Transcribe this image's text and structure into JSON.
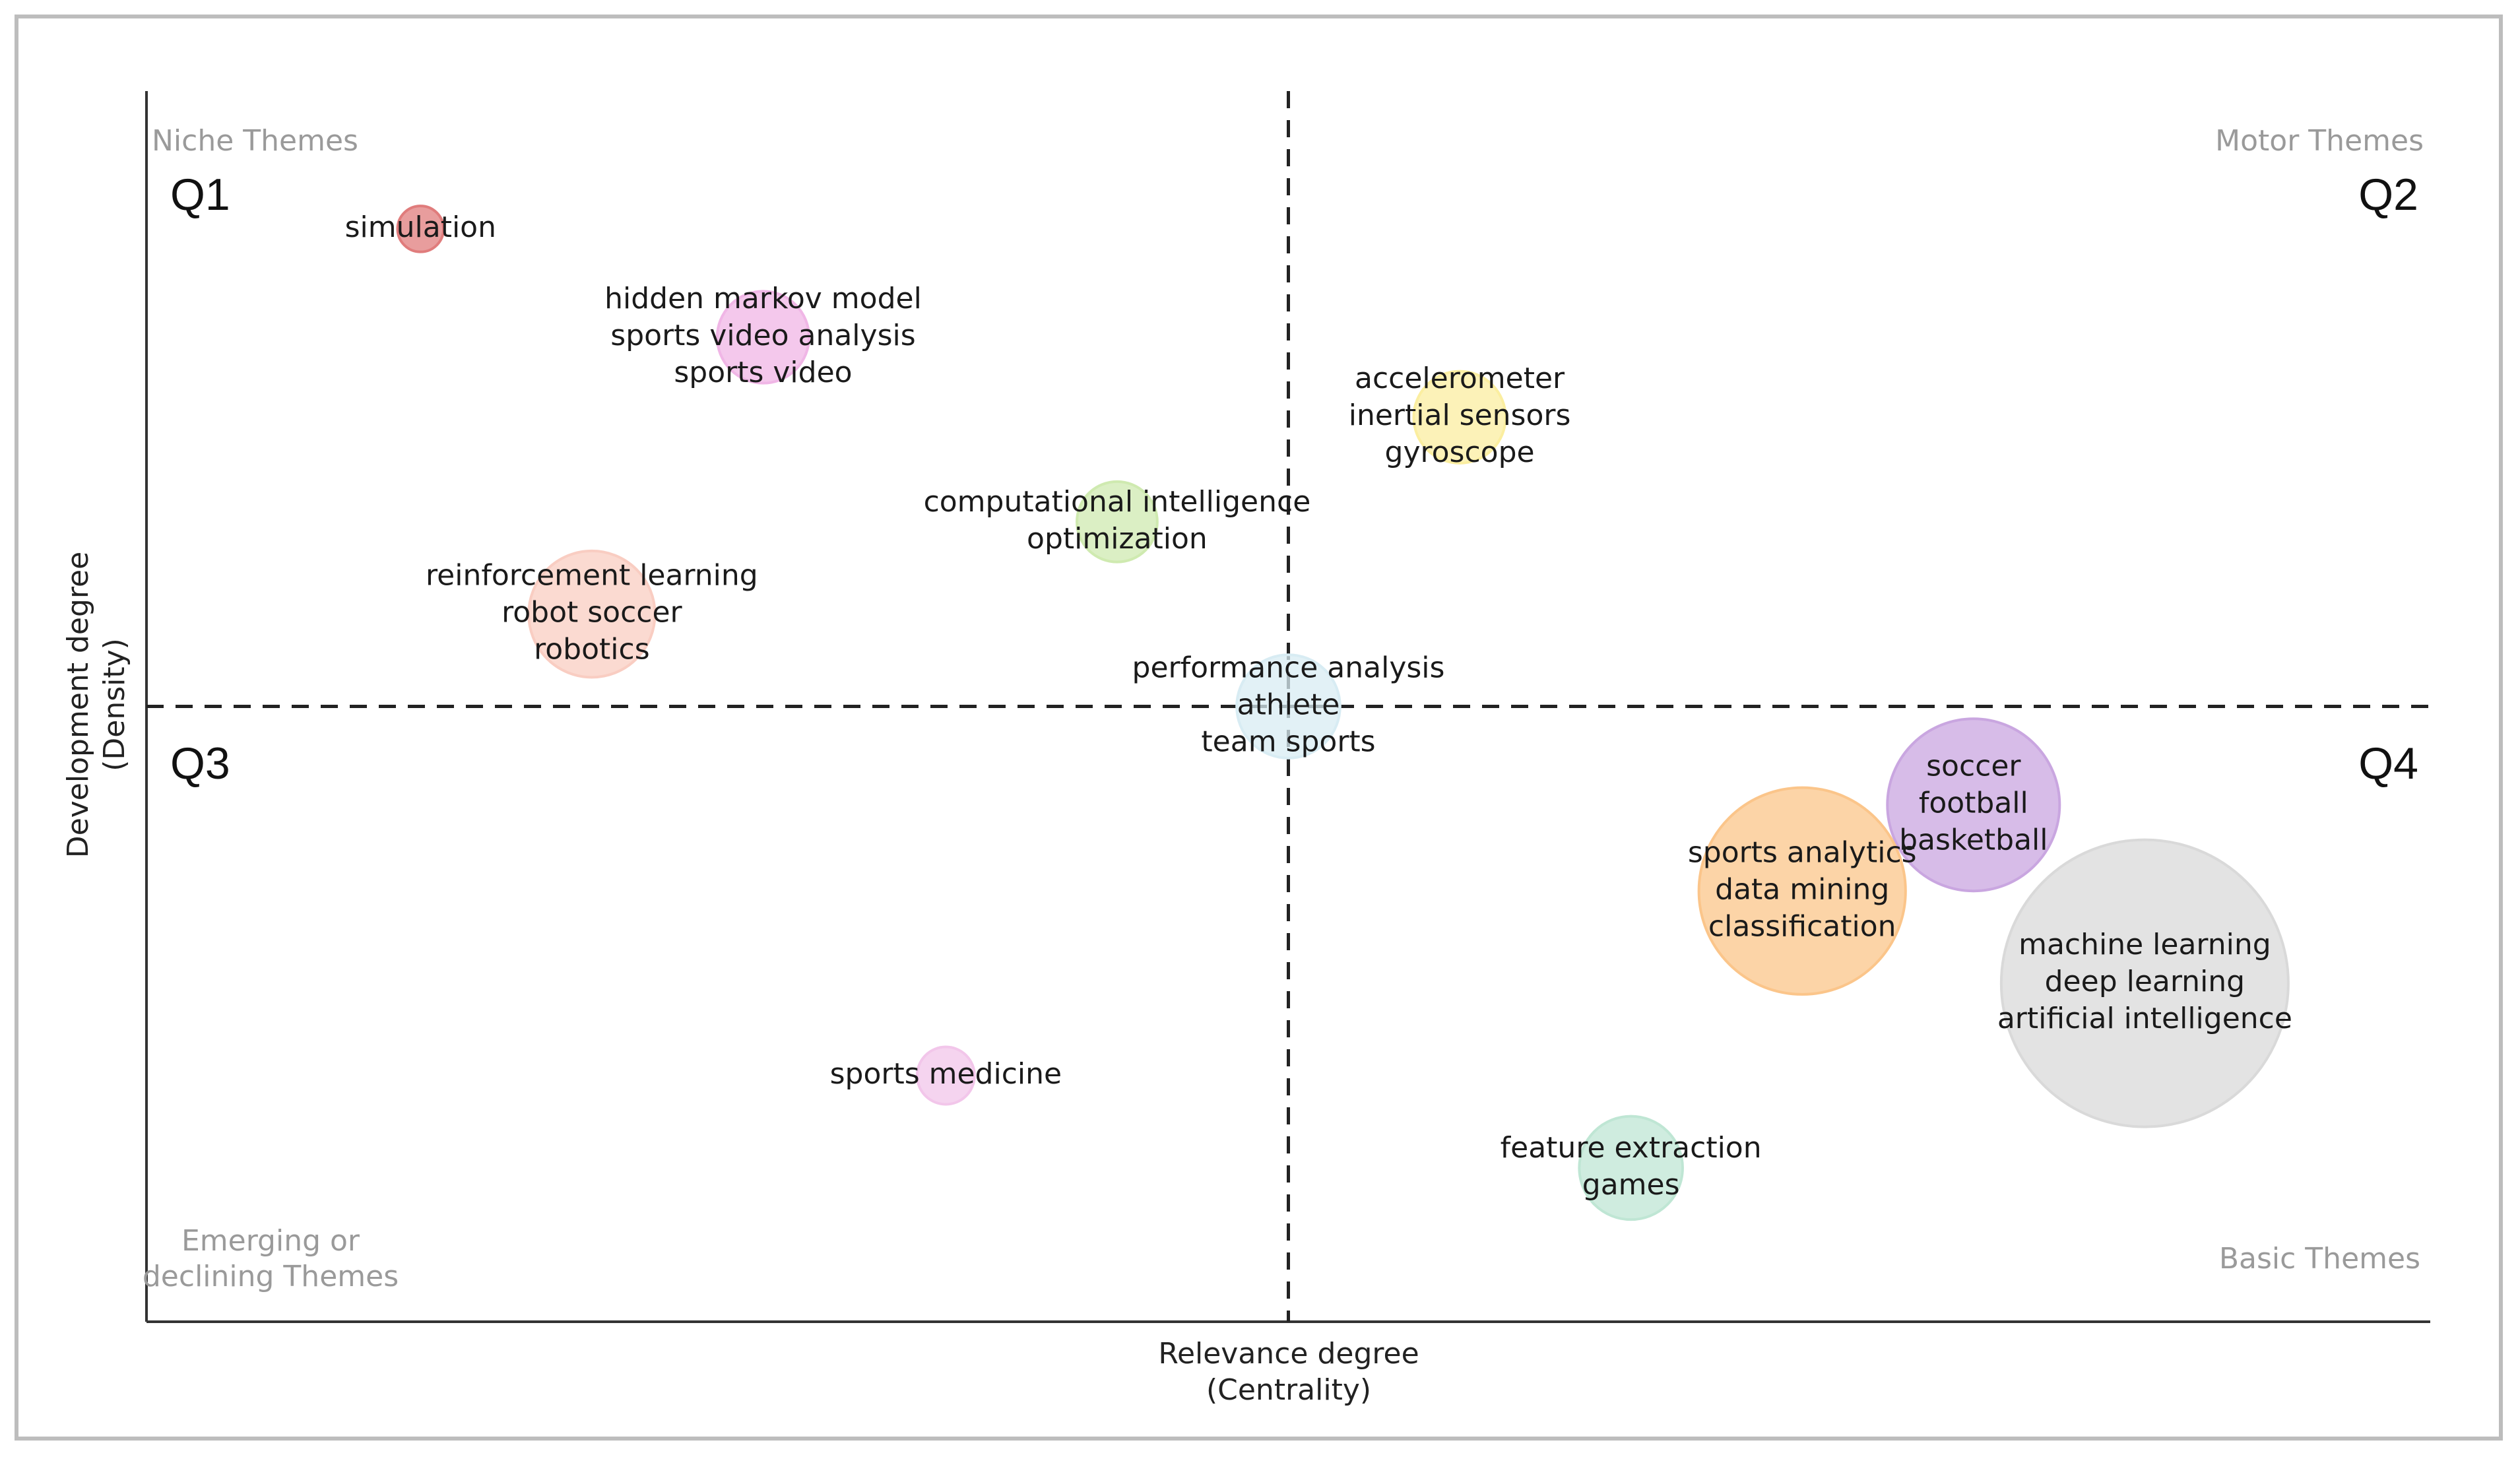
{
  "chart_data": {
    "type": "scatter",
    "subtype": "strategic-diagram-bubble",
    "xlabel": [
      "Relevance degree",
      "(Centrality)"
    ],
    "ylabel": [
      "Development degree",
      "(Density)"
    ],
    "xlim": [
      0,
      100
    ],
    "ylim": [
      0,
      100
    ],
    "grid": false,
    "divider_lines": {
      "x": 50,
      "y": 50,
      "style": "dashed"
    },
    "quadrant_labels": {
      "q1": "Q1",
      "q2": "Q2",
      "q3": "Q3",
      "q4": "Q4"
    },
    "corner_labels": {
      "top_left": "Niche Themes",
      "top_right": "Motor Themes",
      "bottom_left_1": "Emerging or",
      "bottom_left_2": "declining Themes",
      "bottom_right": "Basic Themes"
    },
    "bubbles": [
      {
        "x": 12.0,
        "y": 88.8,
        "size": 4,
        "color": "#e07c7c",
        "labels": [
          "simulation"
        ]
      },
      {
        "x": 27.0,
        "y": 80.0,
        "size": 8,
        "color": "#f0b6e6",
        "labels": [
          "hidden markov model",
          "sports video analysis",
          "sports video"
        ]
      },
      {
        "x": 57.5,
        "y": 73.5,
        "size": 8,
        "color": "#fbeea0",
        "labels": [
          "accelerometer",
          "inertial sensors",
          "gyroscope"
        ]
      },
      {
        "x": 42.5,
        "y": 65.0,
        "size": 7,
        "color": "#cfeab0",
        "labels": [
          "computational intelligence",
          "optimization"
        ]
      },
      {
        "x": 19.5,
        "y": 57.5,
        "size": 11,
        "color": "#f9cdc2",
        "labels": [
          "reinforcement learning",
          "robot soccer",
          "robotics"
        ]
      },
      {
        "x": 50.0,
        "y": 50.0,
        "size": 9,
        "color": "#d8ecf3",
        "labels": [
          "performance analysis",
          "athlete",
          "team sports"
        ]
      },
      {
        "x": 80.0,
        "y": 42.0,
        "size": 15,
        "color": "#c9a6e0",
        "labels": [
          "soccer",
          "football",
          "basketball"
        ]
      },
      {
        "x": 72.5,
        "y": 35.0,
        "size": 18,
        "color": "#fbc58a",
        "labels": [
          "sports analytics",
          "data mining",
          "classification"
        ]
      },
      {
        "x": 87.5,
        "y": 27.5,
        "size": 25,
        "color": "#d9d9d9",
        "labels": [
          "machine learning",
          "deep learning",
          "artificial intelligence"
        ]
      },
      {
        "x": 35.0,
        "y": 20.0,
        "size": 5,
        "color": "#f2c6ea",
        "labels": [
          "sports medicine"
        ]
      },
      {
        "x": 65.0,
        "y": 12.5,
        "size": 9,
        "color": "#bfe6d4",
        "labels": [
          "feature extraction",
          "games"
        ]
      }
    ]
  }
}
